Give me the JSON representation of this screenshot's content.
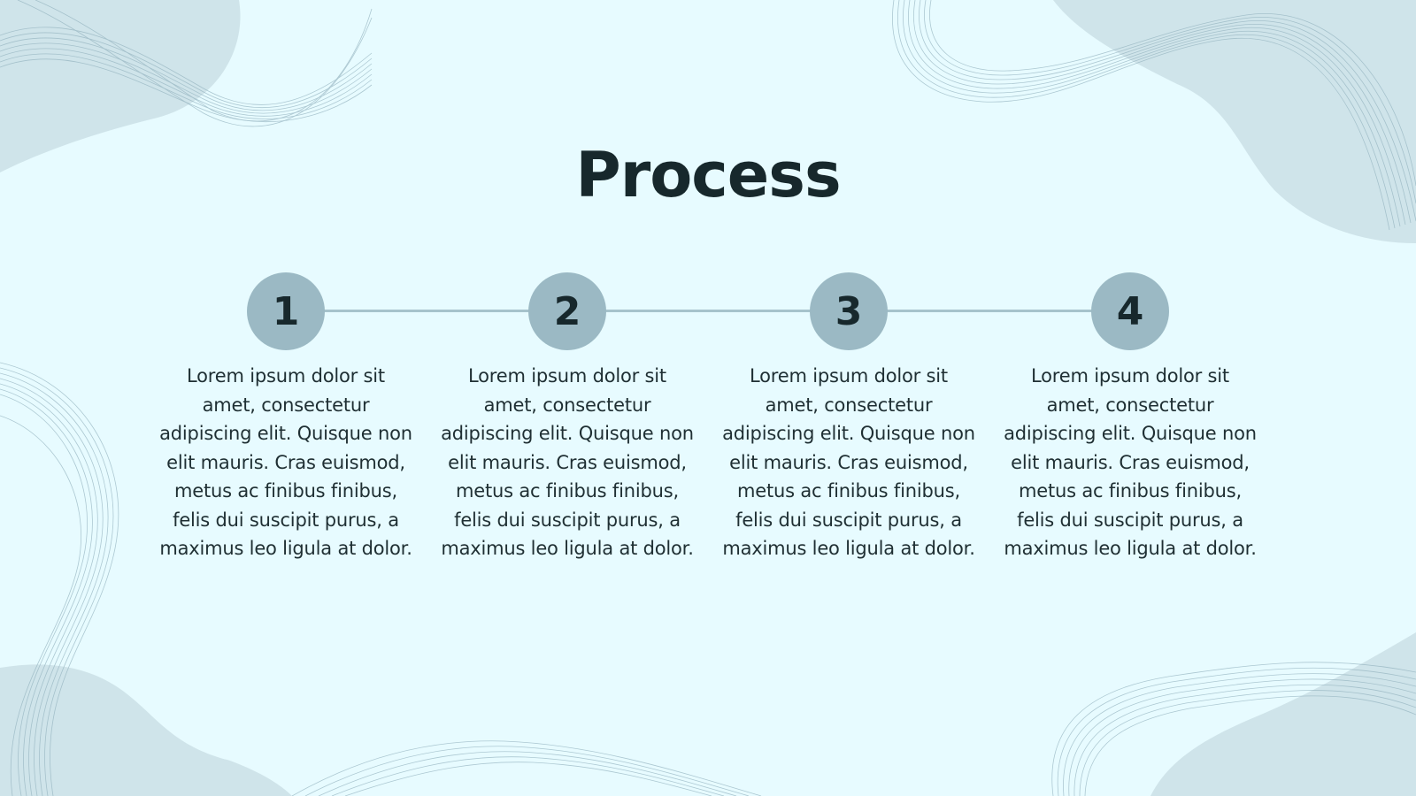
{
  "slide": {
    "title": "Process"
  },
  "steps": [
    {
      "number": "1",
      "text": "Lorem ipsum dolor sit amet, consectetur adipiscing elit. Quisque non elit mauris. Cras euismod, metus ac finibus finibus, felis dui suscipit purus, a maximus leo ligula at dolor."
    },
    {
      "number": "2",
      "text": "Lorem ipsum dolor sit amet, consectetur adipiscing elit. Quisque non elit mauris. Cras euismod, metus ac finibus finibus, felis dui suscipit purus, a maximus leo ligula at dolor."
    },
    {
      "number": "3",
      "text": "Lorem ipsum dolor sit amet, consectetur adipiscing elit. Quisque non elit mauris. Cras euismod, metus ac finibus finibus, felis dui suscipit purus, a maximus leo ligula at dolor."
    },
    {
      "number": "4",
      "text": "Lorem ipsum dolor sit amet, consectetur adipiscing elit. Quisque non elit mauris. Cras euismod, metus ac finibus finibus, felis dui suscipit purus, a maximus leo ligula at dolor."
    }
  ],
  "colors": {
    "background": "#e7fbff",
    "blob": "#cfe4ea",
    "wave_lines": "#94b3bf",
    "step_circle": "#9bb9c4",
    "text": "#17282c"
  }
}
